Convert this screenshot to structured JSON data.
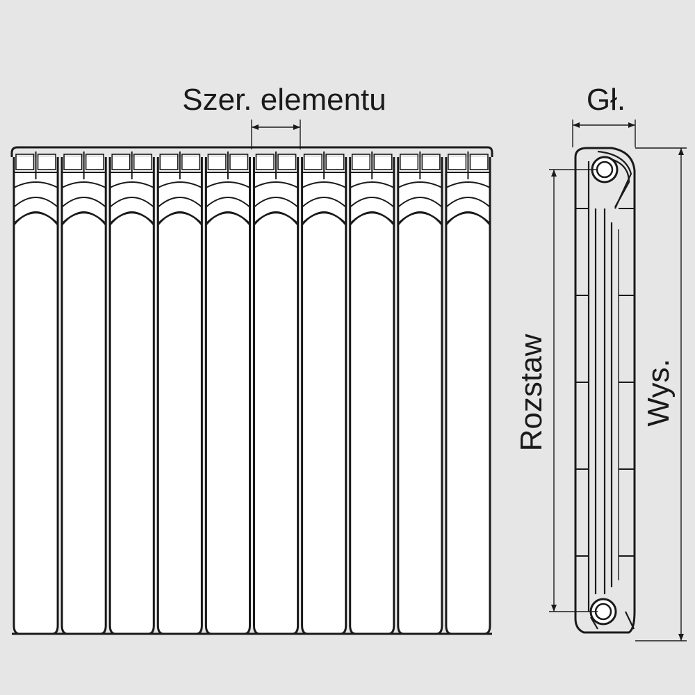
{
  "diagram": {
    "background": "#e6e6e6",
    "line_color": "#1a1a1a",
    "fill_color": "#ffffff",
    "section_count": 10,
    "labels": {
      "element_width": "Szer. elementu",
      "depth": "Gł.",
      "spacing": "Rozstaw",
      "height": "Wys."
    }
  }
}
